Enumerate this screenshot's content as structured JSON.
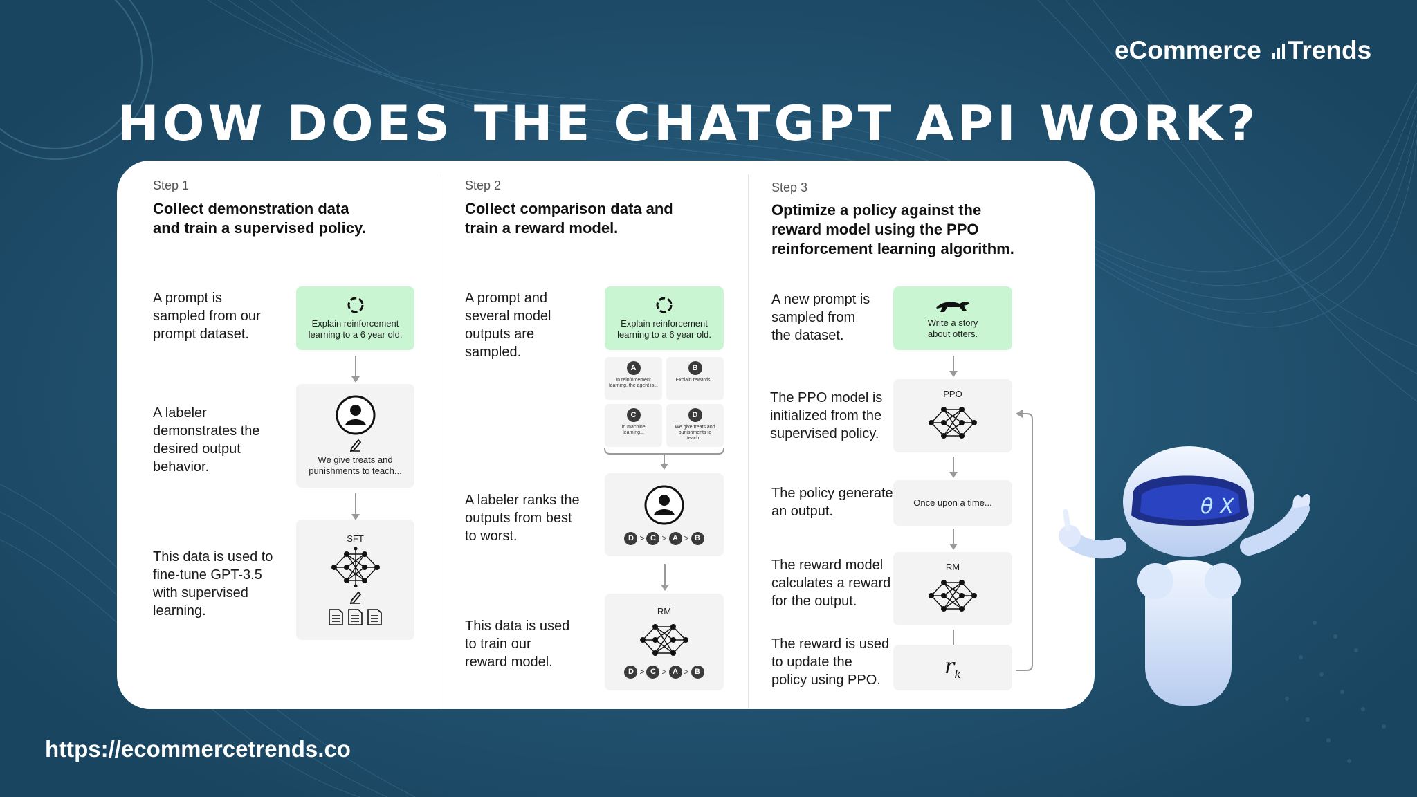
{
  "brand": {
    "name_left": "eCommerce",
    "name_right": "Trends"
  },
  "title": "HOW DOES THE CHATGPT API WORK?",
  "url": "https://ecommercetrends.co",
  "steps": [
    {
      "step": "Step 1",
      "heading_line1": "Collect demonstration data",
      "heading_line2": "and train a supervised policy.",
      "desc1": [
        "A prompt is",
        "sampled from our",
        "prompt dataset."
      ],
      "desc2": [
        "A labeler",
        "demonstrates the",
        "desired output",
        "behavior."
      ],
      "desc3": [
        "This data is used to",
        "fine-tune GPT-3.5",
        "with supervised",
        "learning."
      ],
      "prompt_box": [
        "Explain reinforcement",
        "learning to a 6 year old."
      ],
      "demo_box": [
        "We give treats and",
        "punishments to teach..."
      ],
      "model_label": "SFT"
    },
    {
      "step": "Step 2",
      "heading_line1": "Collect comparison data and",
      "heading_line2": "train a reward model.",
      "desc1": [
        "A prompt and",
        "several model",
        "outputs are",
        "sampled."
      ],
      "desc2": [
        "A labeler ranks the",
        "outputs from best",
        "to worst."
      ],
      "desc3": [
        "This data is used",
        "to train our",
        "reward model."
      ],
      "prompt_box": [
        "Explain reinforcement",
        "learning to a 6 year old."
      ],
      "outputs": [
        {
          "letter": "A",
          "text": "In reinforcement learning, the agent is..."
        },
        {
          "letter": "B",
          "text": "Explain rewards..."
        },
        {
          "letter": "C",
          "text": "In machine learning..."
        },
        {
          "letter": "D",
          "text": "We give treats and punishments to teach..."
        }
      ],
      "ranking": [
        "D",
        "C",
        "A",
        "B"
      ],
      "model_label": "RM"
    },
    {
      "step": "Step 3",
      "heading_line1": "Optimize a policy against the",
      "heading_line2": "reward model using the PPO",
      "heading_line3": "reinforcement learning algorithm.",
      "desc1": [
        "A new prompt is",
        "sampled from",
        "the dataset."
      ],
      "desc2": [
        "The PPO model is",
        "initialized from the",
        "supervised policy."
      ],
      "desc3": [
        "The policy generates",
        "an output."
      ],
      "desc4": [
        "The reward model",
        "calculates a reward",
        "for the output."
      ],
      "desc5": [
        "The reward is used",
        "to update the",
        "policy using PPO."
      ],
      "prompt_box": [
        "Write a story",
        "about otters."
      ],
      "ppo_label": "PPO",
      "output_box": "Once upon a time...",
      "rm_label": "RM",
      "reward_symbol": "r",
      "reward_sub": "k"
    }
  ],
  "colors": {
    "background": "#1f4f6b",
    "card": "#ffffff",
    "prompt_green": "#c9f5d3",
    "box_gray": "#f3f3f3"
  }
}
